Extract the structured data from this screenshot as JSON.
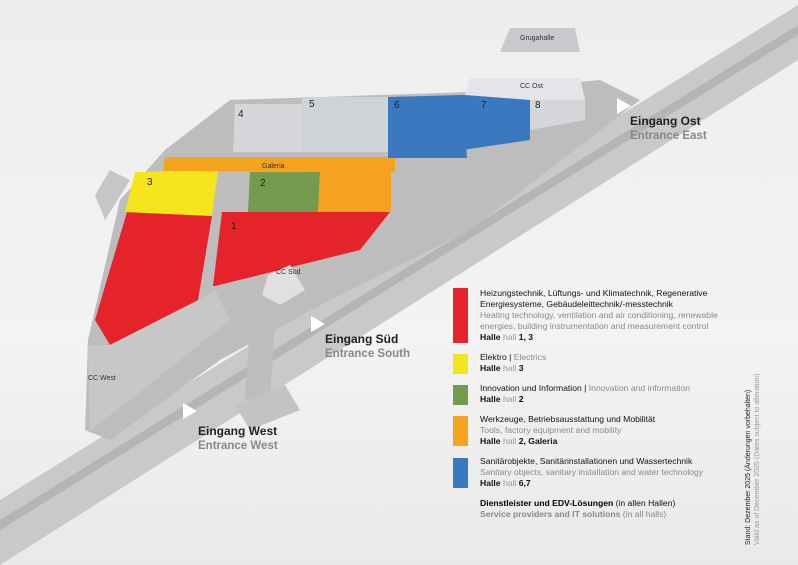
{
  "map": {
    "halls": [
      {
        "id": "1",
        "label": "1",
        "color": "#e4232b"
      },
      {
        "id": "2",
        "label": "2",
        "color": "#739a4d"
      },
      {
        "id": "3",
        "label": "3",
        "color": "#f4e51c"
      },
      {
        "id": "4",
        "label": "4",
        "color": "#d0d3d8"
      },
      {
        "id": "5",
        "label": "5",
        "color": "#d0d3d8"
      },
      {
        "id": "6",
        "label": "6",
        "color": "#3a78bf"
      },
      {
        "id": "7",
        "label": "7",
        "color": "#3a78bf"
      },
      {
        "id": "8",
        "label": "8",
        "color": "#d0d3d8"
      }
    ],
    "places": {
      "galeria": "Galeria",
      "cc_sued": "CC Süd",
      "cc_west": "CC West",
      "cc_ost": "CC Ost",
      "grugahalle": "Grugahalle"
    },
    "entrances": [
      {
        "de": "Eingang Ost",
        "en": "Entrance East"
      },
      {
        "de": "Eingang Süd",
        "en": "Entrance South"
      },
      {
        "de": "Eingang West",
        "en": "Entrance West"
      }
    ]
  },
  "legend": [
    {
      "color": "#e4232b",
      "de": "Heizungstechnik, Lüftungs- und Klimatechnik, Regenerative Energiesysteme, Gebäudeleittechnik/-messtechnik",
      "en": "Heating technology, ventilation and air conditioning, renewable energies, building instrumentation and measurement control",
      "halle": "Halle",
      "hall": "hall",
      "num": "1, 3"
    },
    {
      "color": "#f4e51c",
      "de": "Elektro",
      "sep": " | ",
      "en": "Electrics",
      "halle": "Halle",
      "hall": "hall",
      "num": "3"
    },
    {
      "color": "#739a4d",
      "de": "Innovation und Information",
      "sep": " | ",
      "en": "Innovation and information",
      "halle": "Halle",
      "hall": "hall",
      "num": "2"
    },
    {
      "color": "#f5a21e",
      "de": "Werkzeuge, Betriebsausstattung und Mobilität",
      "en": "Tools, factory equipment and mobility",
      "halle": "Halle",
      "hall": "hall",
      "num": "2, Galeria"
    },
    {
      "color": "#3a78bf",
      "de": "Sanitärobjekte, Sanitärinstallationen und Wassertechnik",
      "en": "Sanitary objects, sanitary installation and water technology",
      "halle": "Halle",
      "hall": "hall",
      "num": "6,7"
    }
  ],
  "services": {
    "de": "Dienstleister und EDV-Lösungen",
    "de_suffix": " (in allen Hallen)",
    "en": "Service providers and IT solutions",
    "en_suffix": " (in all halls)"
  },
  "footnote": {
    "de": "Stand: Dezember 2025 (Änderungen vorbehalten)",
    "en": "Valid as of December 2025 (Dates subject to alteration)"
  }
}
